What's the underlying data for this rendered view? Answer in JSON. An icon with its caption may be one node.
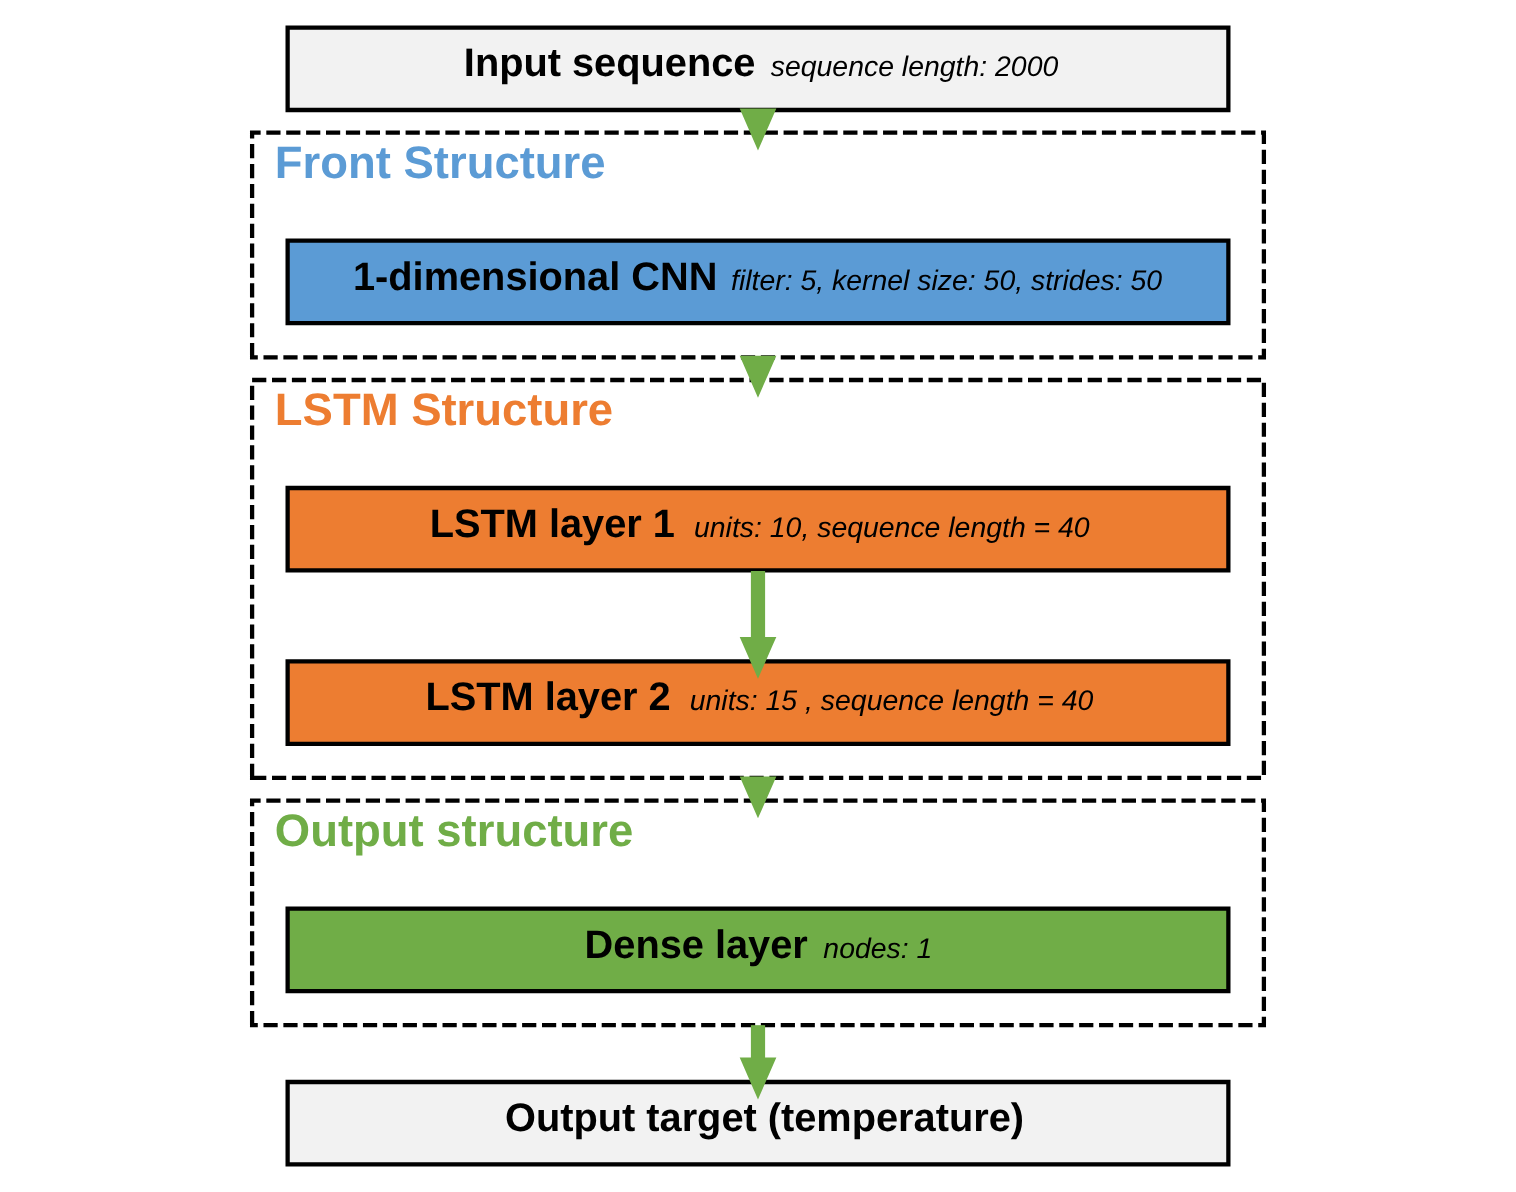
{
  "diagram": {
    "nodes": [
      {
        "text": [
          "Input sequence",
          "sequence length: 2000"
        ]
      },
      {
        "text": [
          "Front Structure"
        ]
      },
      {
        "text": [
          "1-dimensional CNN",
          "filter: 5, kernel size: 50, strides: 50"
        ],
        "in": 1
      },
      {
        "text": [
          "LSTM Structure"
        ]
      },
      {
        "text": [
          "LSTM layer 1",
          "units: 10, sequence length = 40"
        ],
        "in": 3
      },
      {
        "text": [
          "LSTM layer 2",
          "units: 15 , sequence length = 40"
        ],
        "in": 3
      },
      {
        "text": [
          "Output structure"
        ]
      },
      {
        "text": [
          "Dense layer",
          "nodes: 1"
        ],
        "in": 6
      },
      {
        "text": [
          "Output target (temperature)"
        ]
      }
    ],
    "edges": [
      {
        "from": 0,
        "to": 1,
        "arrow": "to"
      },
      {
        "from": 1,
        "to": 3,
        "arrow": "to"
      },
      {
        "from": 4,
        "to": 5,
        "arrow": "to"
      },
      {
        "from": 3,
        "to": 6,
        "arrow": "to"
      },
      {
        "from": 6,
        "to": 8,
        "arrow": "to"
      }
    ]
  }
}
